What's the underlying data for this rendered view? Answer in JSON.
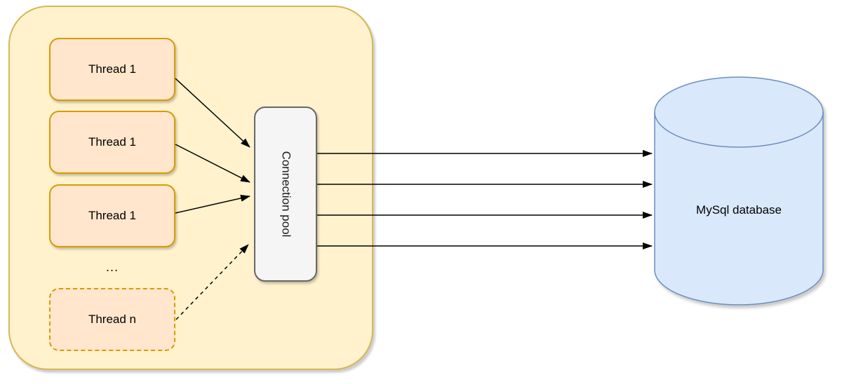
{
  "diagram": {
    "group": {
      "threads": [
        {
          "label": "Thread 1"
        },
        {
          "label": "Thread 1"
        },
        {
          "label": "Thread 1"
        }
      ],
      "ellipsis": "...",
      "thread_n": {
        "label": "Thread n"
      },
      "pool": {
        "label": "Connection pool"
      }
    },
    "database": {
      "label": "MySql database"
    },
    "connections": {
      "thread_to_pool_count": 3,
      "thread_n_to_pool_style": "dashed",
      "pool_to_database_count": 4
    },
    "colors": {
      "group_fill": "#fff2cc",
      "group_border": "#d6b656",
      "thread_fill": "#ffe6cc",
      "thread_border": "#d79b00",
      "pool_fill": "#f5f5f5",
      "pool_border": "#666666",
      "database_fill": "#dae8fc",
      "database_border": "#6c8ebf",
      "arrow": "#000000",
      "background": "#ffffff"
    }
  }
}
